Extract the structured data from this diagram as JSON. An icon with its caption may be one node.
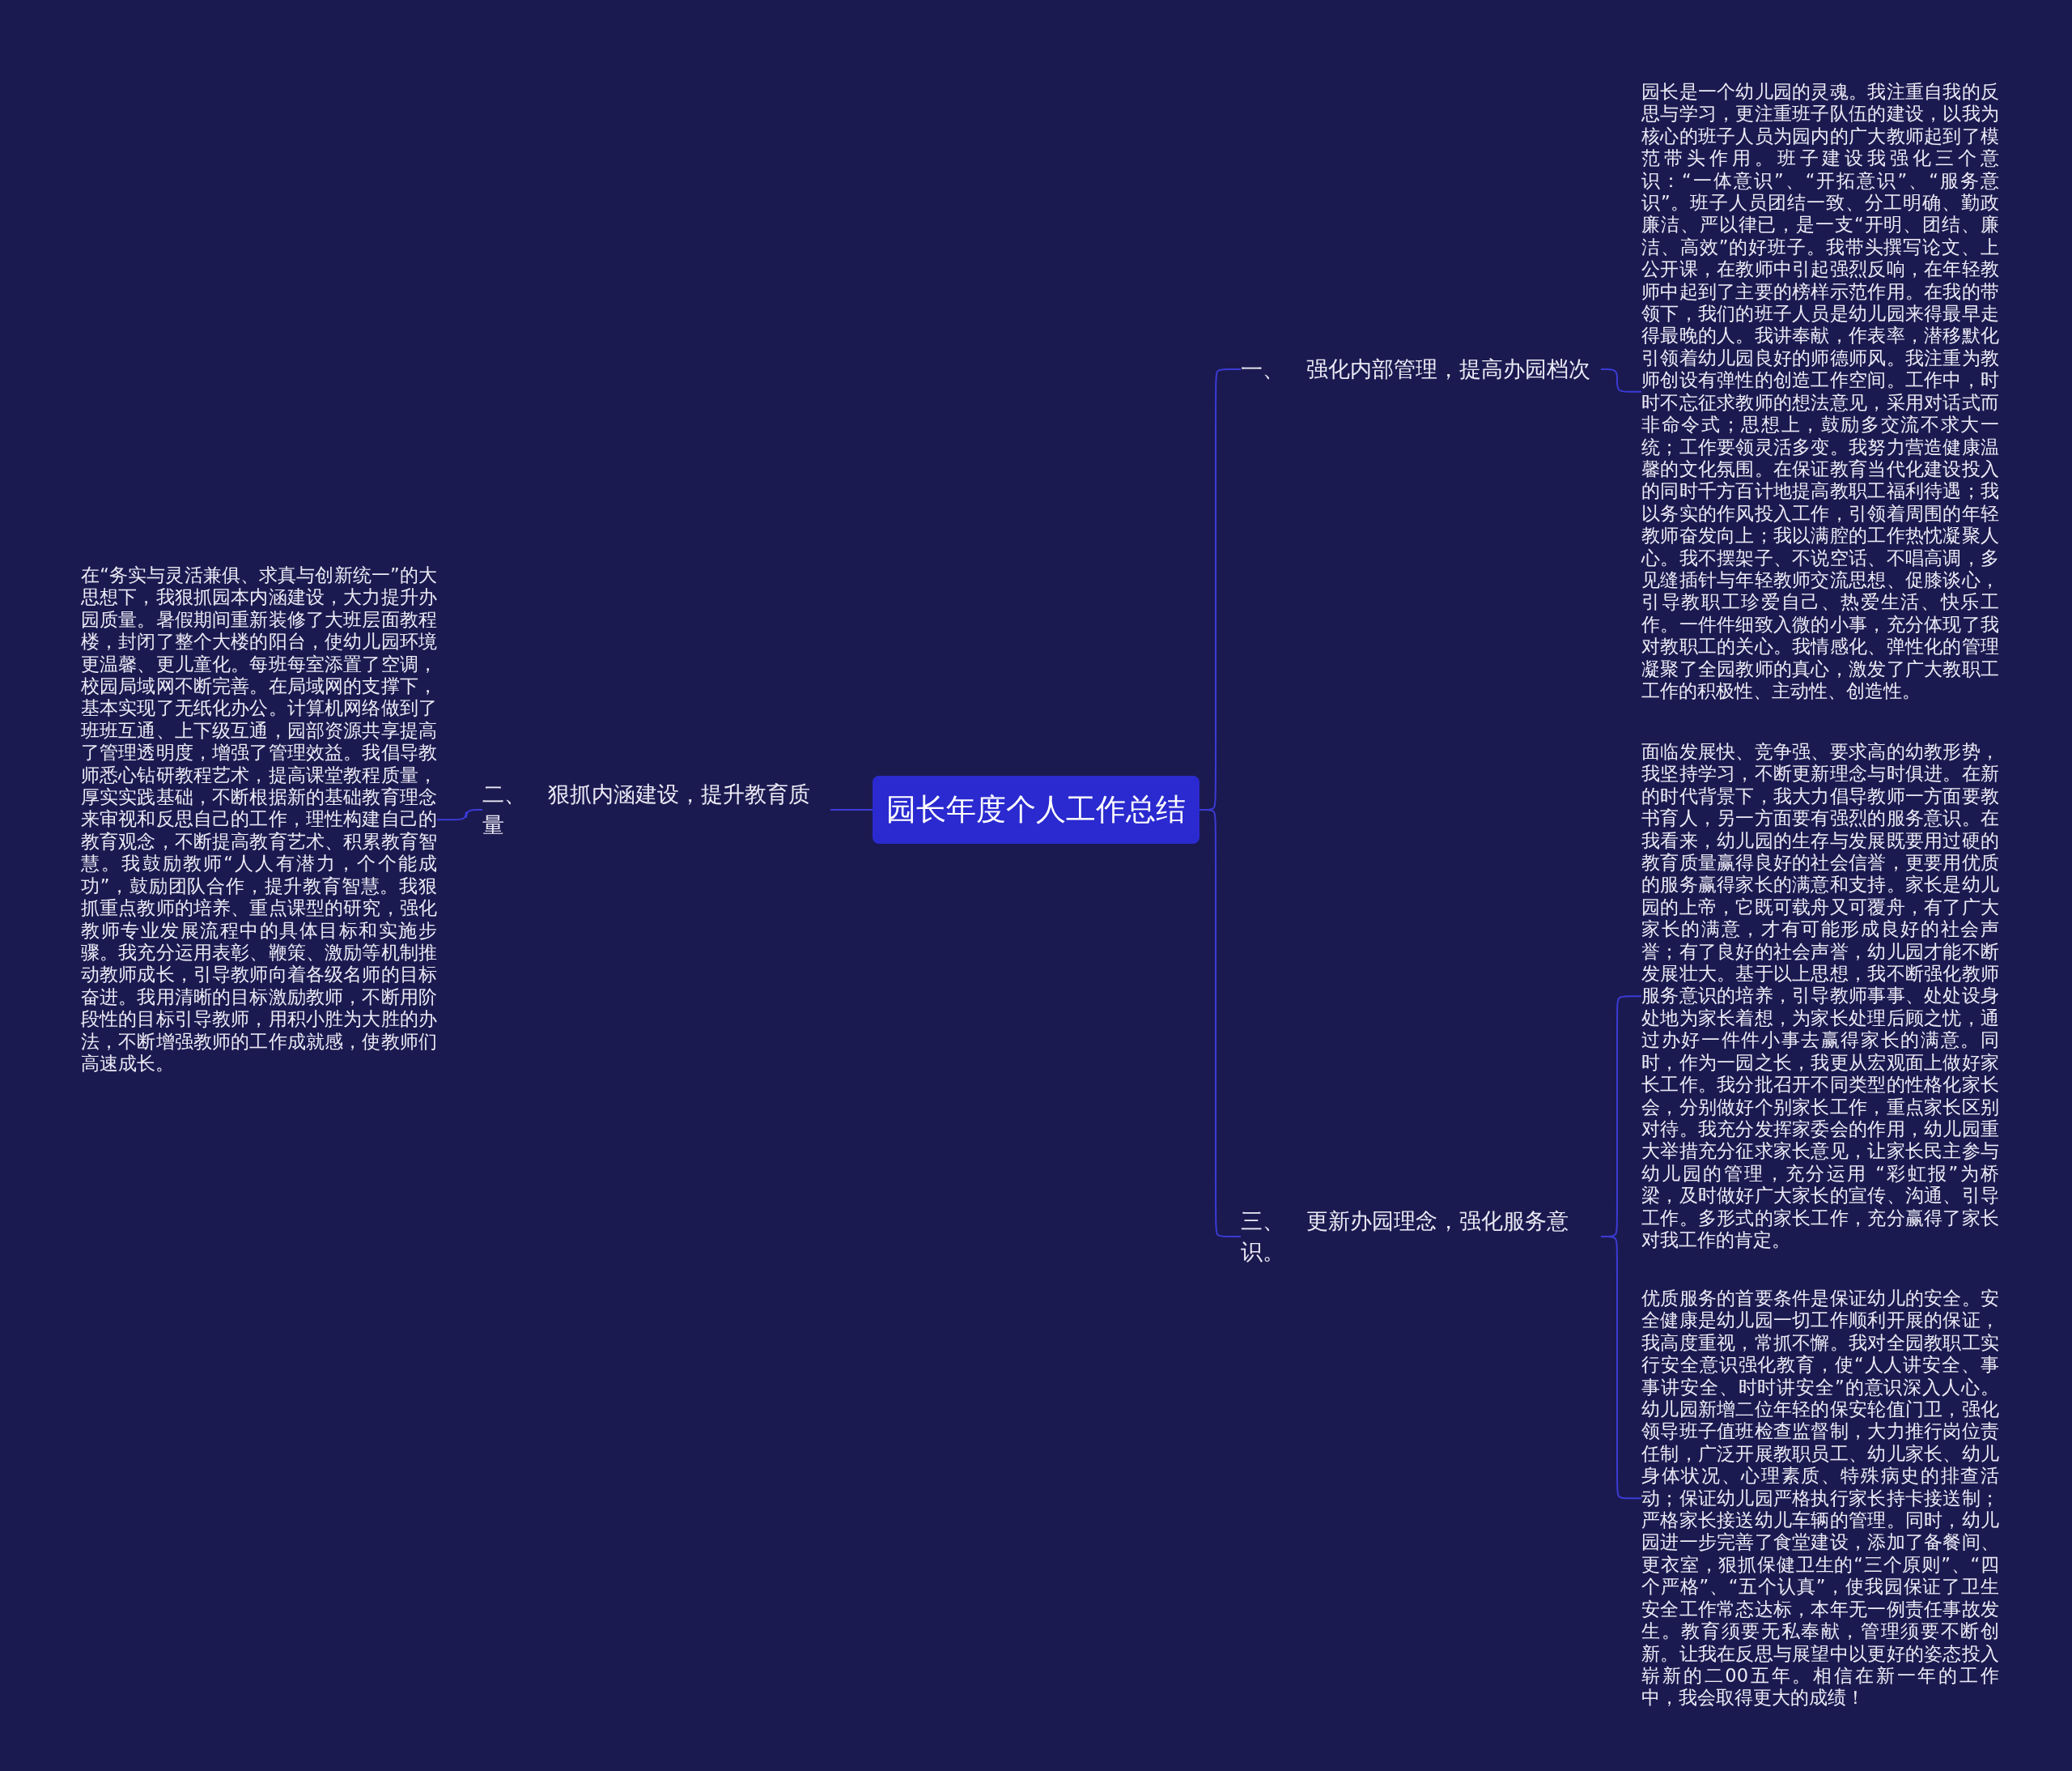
{
  "diagram": {
    "nodes": [
      {
        "text": [
          "园长年度个人工作总结"
        ]
      },
      {
        "text": [
          "一、　强化内部管理，提高办园档次"
        ]
      },
      {
        "text": [
          "园长是一个幼儿园的灵魂。我注重自我的反思与学习，更注重班子队伍的建设，以我为核心的班子人员为园内的广大教师起到了模范带头作用。班子建设我强化三个意识：“一体意识”、“开拓意识”、“服务意识”。班子人员团结一致、分工明确、勤政廉洁、严以律已，是一支“开明、团结、廉洁、高效”的好班子。我带头撰写论文、上公开课，在教师中引起强烈反响，在年轻教师中起到了主要的榜样示范作用。在我的带领下，我们的班子人员是幼儿园来得最早走得最晚的人。我讲奉献，作表率，潜移默化引领着幼儿园良好的师德师风。我注重为教师创设有弹性的创造工作空间。工作中，时时不忘征求教师的想法意见，采用对话式而非命令式；思想上，鼓励多交流不求大一统；工作要领灵活多变。我努力营造健康温馨的文化氛围。在保证教育当代化建设投入的同时千方百计地提高教职工福利待遇；我以务实的作风投入工作，引领着周围的年轻教师奋发向上；我以满腔的工作热忱凝聚人心。我不摆架子、不说空话、不唱高调，多见缝插针与年轻教师交流思想、促膝谈心，引导教职工珍爱自己、热爱生活、快乐工作。一件件细致入微的小事，充分体现了我对教职工的关心。我情感化、弹性化的管理凝聚了全园教师的真心，激发了广大教职工工作的积极性、主动性、创造性。"
        ]
      },
      {
        "text": [
          "二、　狠抓内涵建设，提升教育质量"
        ]
      },
      {
        "text": [
          "在“务实与灵活兼俱、求真与创新统一”的大思想下，我狠抓园本内涵建设，大力提升办园质量。暑假期间重新装修了大班层面教程楼，封闭了整个大楼的阳台，使幼儿园环境更温馨、更儿童化。每班每室添置了空调，校园局域网不断完善。在局域网的支撑下，基本实现了无纸化办公。计算机网络做到了班班互通、上下级互通，园部资源共享提高了管理透明度，增强了管理效益。我倡导教师悉心钻研教程艺术，提高课堂教程质量，厚实实践基础，不断根据新的基础教育理念来审视和反思自己的工作，理性构建自己的教育观念，不断提高教育艺术、积累教育智慧。我鼓励教师“人人有潜力，个个能成功”，鼓励团队合作，提升教育智慧。我狠抓重点教师的培养、重点课型的研究，强化教师专业发展流程中的具体目标和实施步骤。我充分运用表彰、鞭策、激励等机制推动教师成长，引导教师向着各级名师的目标奋进。我用清晰的目标激励教师，不断用阶段性的目标引导教师，用积小胜为大胜的办法，不断增强教师的工作成就感，使教师们高速成长。"
        ]
      },
      {
        "text": [
          "三、　更新办园理念，强化服务意识。"
        ]
      },
      {
        "text": [
          "面临发展快、竞争强、要求高的幼教形势，我坚持学习，不断更新理念与时俱进。在新的时代背景下，我大力倡导教师一方面要教书育人，另一方面要有强烈的服务意识。在我看来，幼儿园的生存与发展既要用过硬的教育质量赢得良好的社会信誉，更要用优质的服务赢得家长的满意和支持。家长是幼儿园的上帝，它既可载舟又可覆舟，有了广大家长的满意，才有可能形成良好的社会声誉；有了良好的社会声誉，幼儿园才能不断发展壮大。基于以上思想，我不断强化教师服务意识的培养，引导教师事事、处处设身处地为家长着想，为家长处理后顾之忧，通过办好一件件小事去赢得家长的满意。同时，作为一园之长，我更从宏观面上做好家长工作。我分批召开不同类型的性格化家长会，分别做好个别家长工作，重点家长区别对待。我充分发挥家委会的作用，幼儿园重大举措充分征求家长意见，让家长民主参与幼儿园的管理，充分运用 “彩虹报”为桥梁，及时做好广大家长的宣传、沟通、引导工作。多形式的家长工作，充分赢得了家长对我工作的肯定。"
        ]
      },
      {
        "text": [
          "优质服务的首要条件是保证幼儿的安全。安全健康是幼儿园一切工作顺利开展的保证，我高度重视，常抓不懈。我对全园教职工实行安全意识强化教育，使“人人讲安全、事事讲安全、时时讲安全”的意识深入人心。幼儿园新增二位年轻的保安轮值门卫，强化领导班子值班检查监督制，大力推行岗位责任制，广泛开展教职员工、幼儿家长、幼儿身体状况、心理素质、特殊病史的排查活动；保证幼儿园严格执行家长持卡接送制；严格家长接送幼儿车辆的管理。同时，幼儿园进一步完善了食堂建设，添加了备餐间、更衣室，狠抓保健卫生的“三个原则”、“四个严格”、“五个认真”，使我园保证了卫生安全工作常态达标，本年无一例责任事故发生。教育须要无私奉献，管理须要不断创新。让我在反思与展望中以更好的姿态投入崭新的二00五年。相信在新一年的工作中，我会取得更大的成绩！"
        ]
      }
    ],
    "edges": [
      {
        "from": 0,
        "to": 1,
        "arrow": "none"
      },
      {
        "from": 1,
        "to": 2,
        "arrow": "none"
      },
      {
        "from": 0,
        "to": 3,
        "arrow": "none"
      },
      {
        "from": 3,
        "to": 4,
        "arrow": "none"
      },
      {
        "from": 0,
        "to": 5,
        "arrow": "none"
      },
      {
        "from": 5,
        "to": 6,
        "arrow": "none"
      },
      {
        "from": 5,
        "to": 7,
        "arrow": "none"
      }
    ]
  }
}
